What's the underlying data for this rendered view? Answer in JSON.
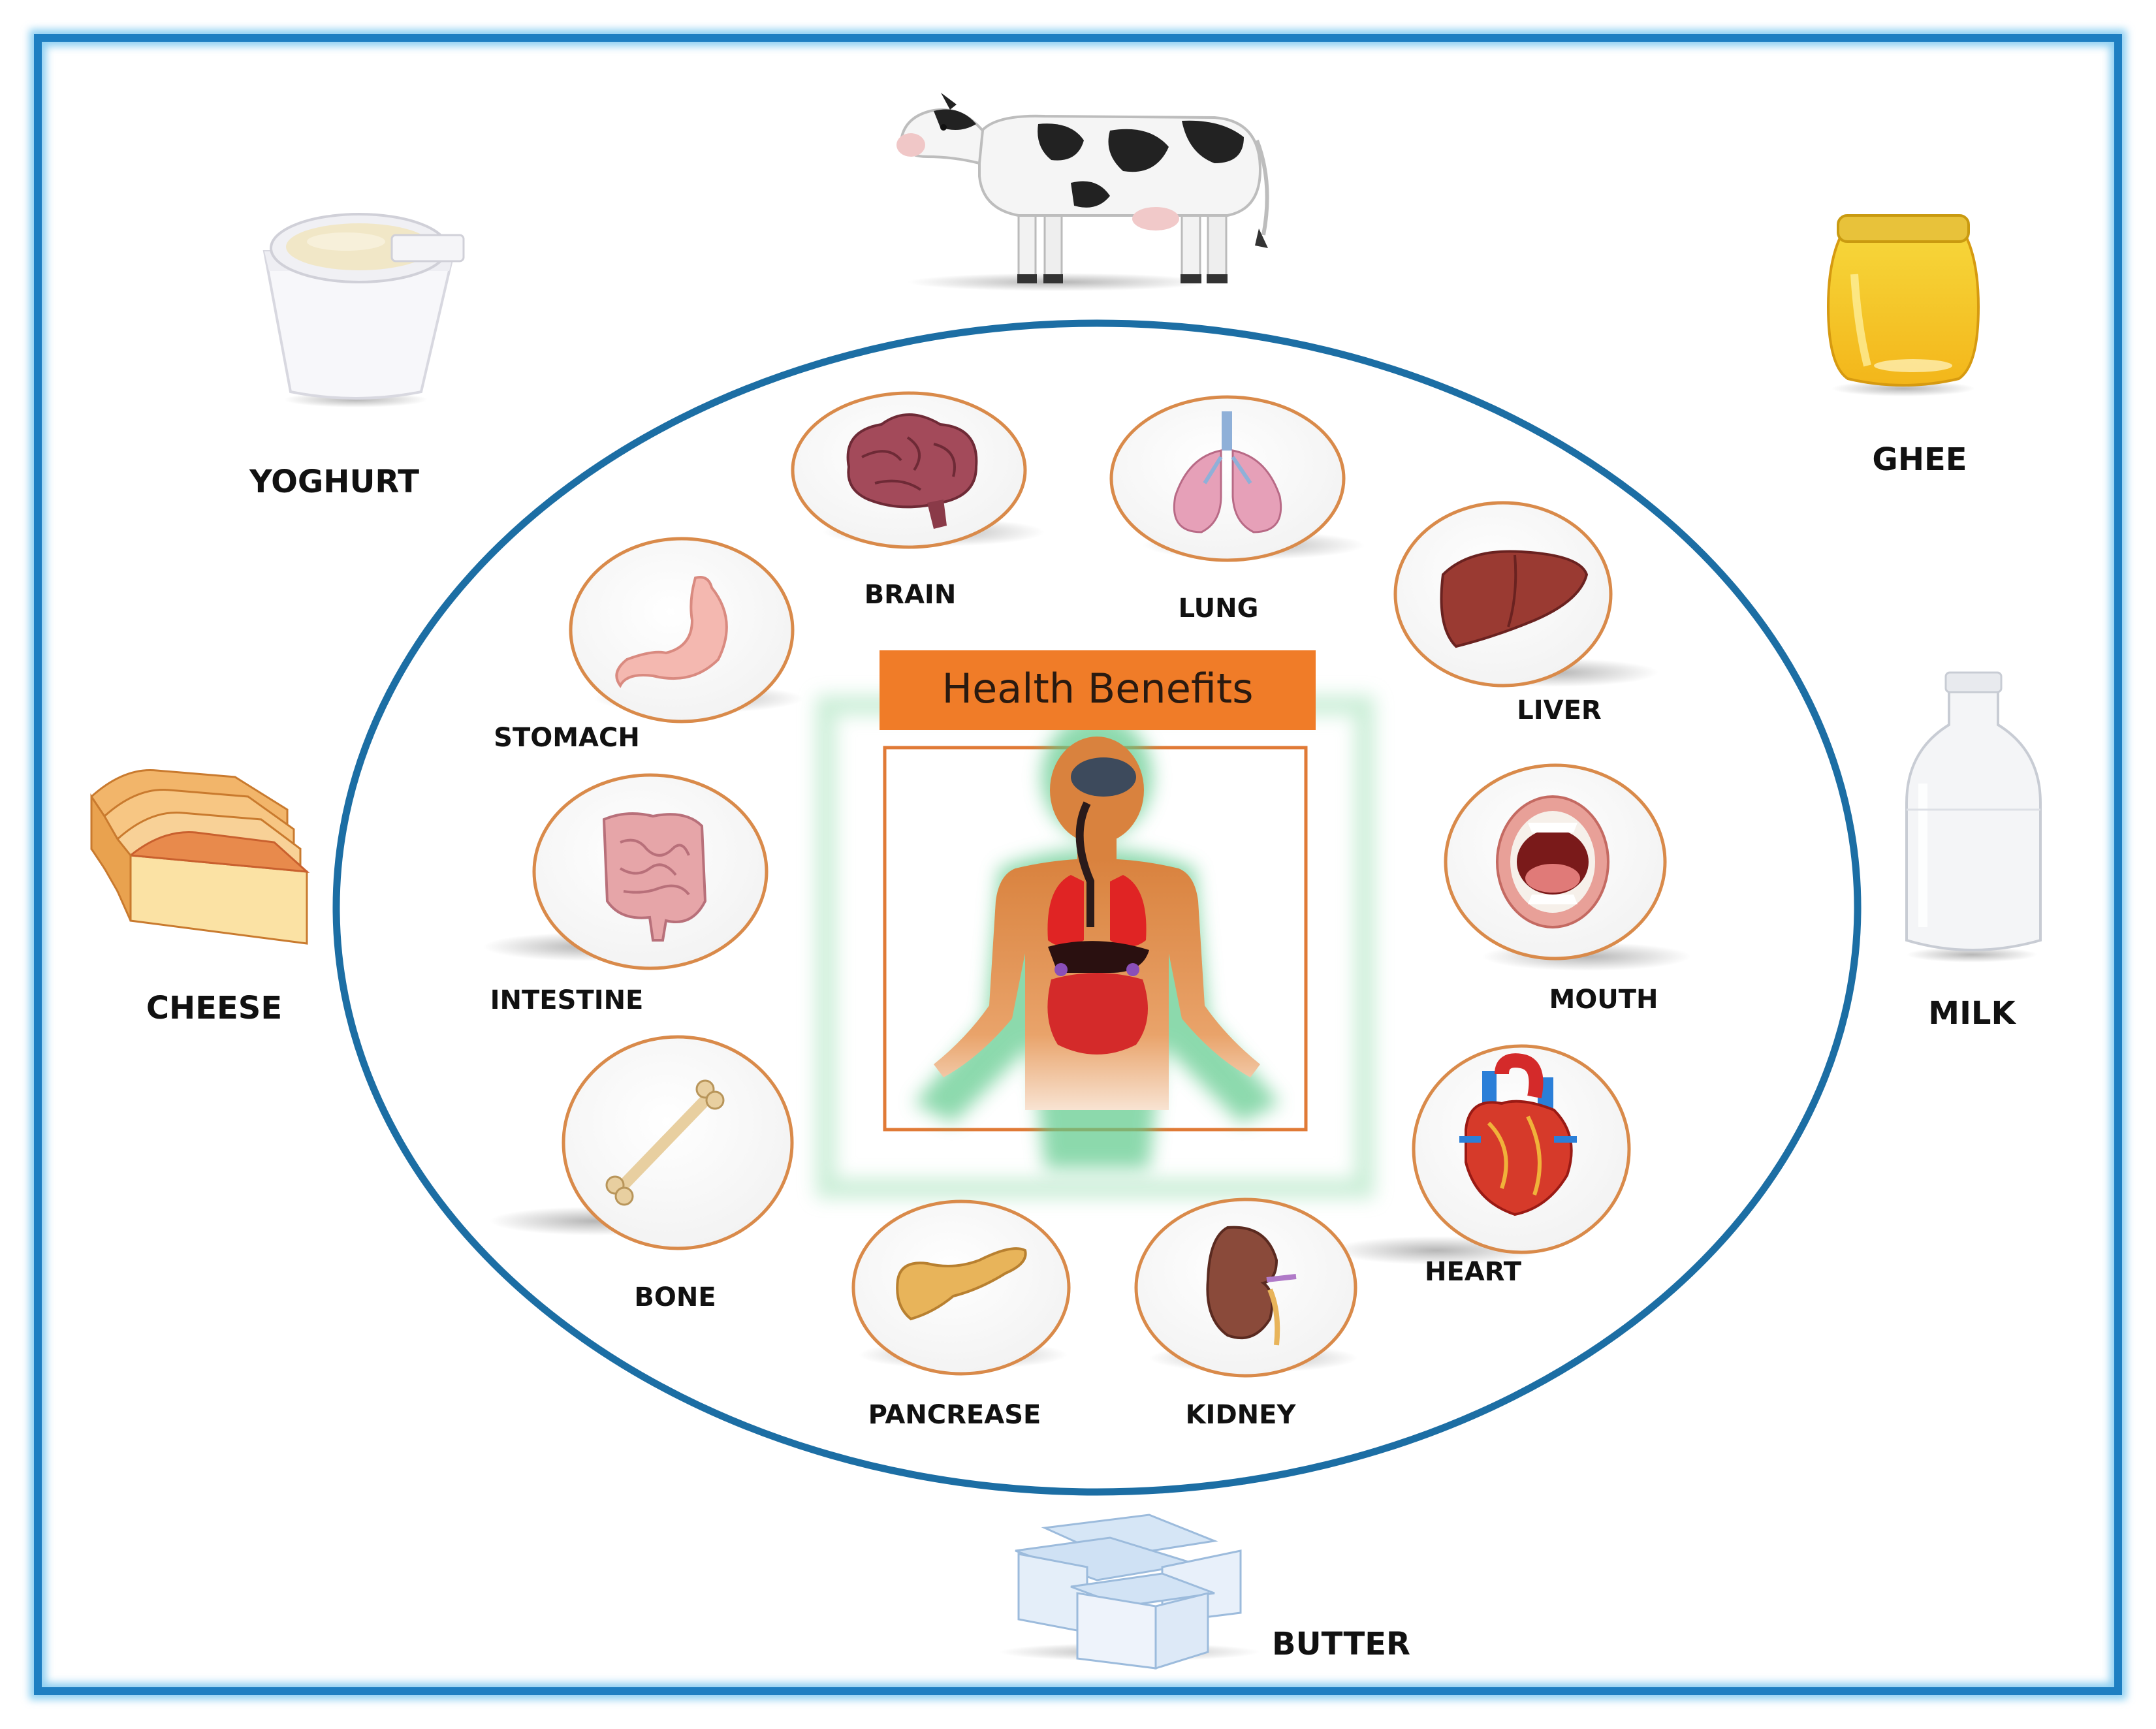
{
  "title": "Health Benefits",
  "products": {
    "yoghurt": "YOGHURT",
    "ghee": "GHEE",
    "cheese": "CHEESE",
    "milk": "MILK",
    "butter": "BUTTER"
  },
  "organs": {
    "brain": "BRAIN",
    "lung": "LUNG",
    "liver": "LIVER",
    "stomach": "STOMACH",
    "intestine": "INTESTINE",
    "mouth": "MOUTH",
    "bone": "BONE",
    "heart": "HEART",
    "pancreas": "PANCREASE",
    "kidney": "KIDNEY"
  },
  "colors": {
    "frame": "#1e7fc2",
    "ellipse": "#1c6ea4",
    "circle_outline": "#d98a4a",
    "title_bg": "#f07c28",
    "body_glow": "#5cc98a"
  }
}
